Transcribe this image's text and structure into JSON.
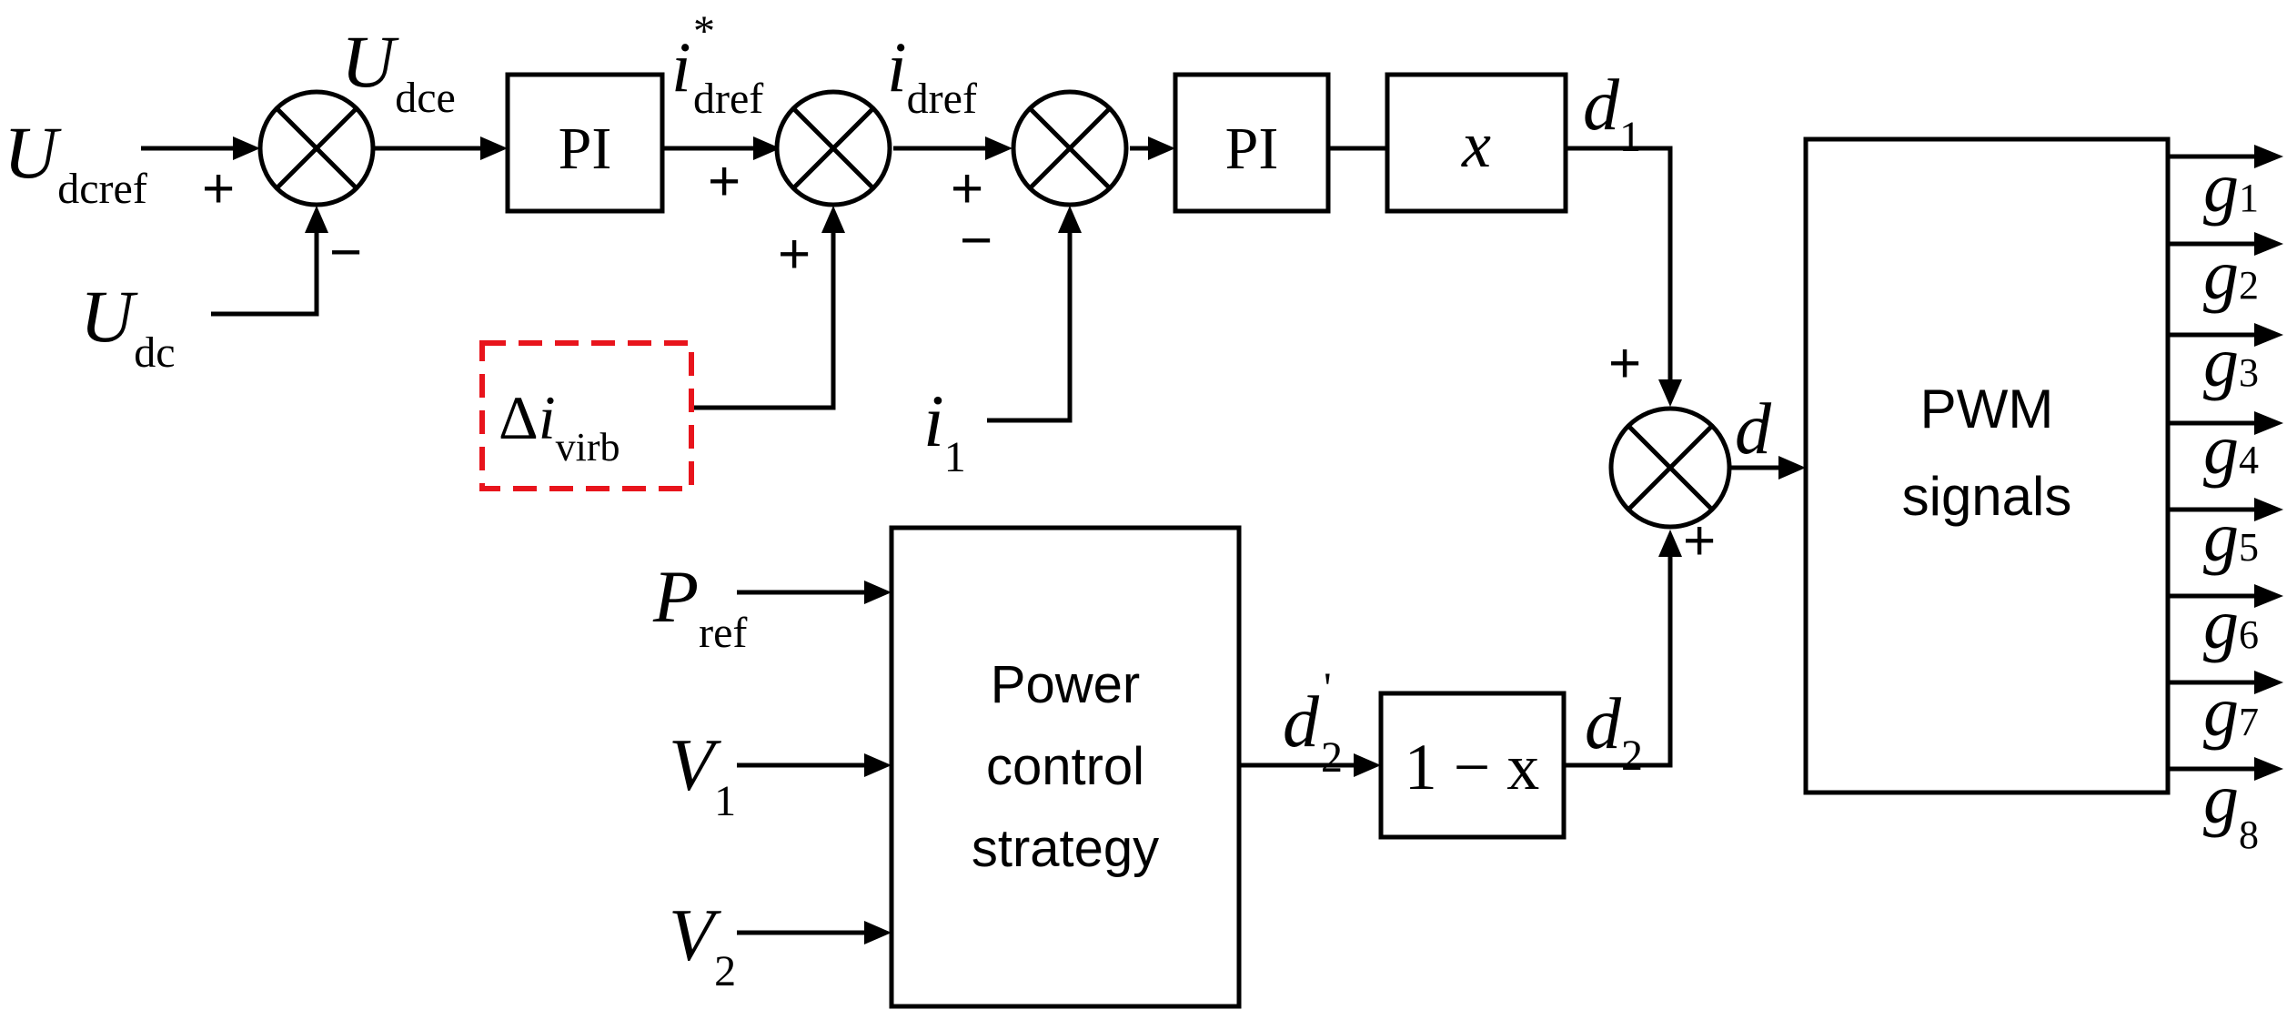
{
  "diagram": {
    "inputs": {
      "udcref": {
        "main": "U",
        "sub": "dcref"
      },
      "udc": {
        "main": "U",
        "sub": "dc"
      },
      "delta_i": {
        "delta": "Δ",
        "main": "i",
        "sub": "virb"
      },
      "i1": {
        "main": "i",
        "sub": "1"
      },
      "pref": {
        "main": "P",
        "sub": "ref"
      },
      "v1": {
        "main": "V",
        "sub": "1"
      },
      "v2": {
        "main": "V",
        "sub": "2"
      }
    },
    "signals": {
      "udce": {
        "main": "U",
        "sub": "dce"
      },
      "idref_star": {
        "main": "i",
        "sup": "*",
        "sub": "dref"
      },
      "idref": {
        "main": "i",
        "sub": "dref"
      },
      "d1": {
        "main": "d",
        "sub": "1"
      },
      "d2_prime": {
        "main": "d",
        "sup": "'",
        "sub": "2"
      },
      "d2": {
        "main": "d",
        "sub": "2"
      },
      "d": {
        "main": "d"
      }
    },
    "blocks": {
      "pi1": "PI",
      "pi2": "PI",
      "x_gain": "x",
      "one_minus_x": "1 − x",
      "power_control": [
        "Power",
        "control",
        "strategy"
      ],
      "pwm": [
        "PWM",
        "signals"
      ]
    },
    "signs": {
      "plus": "+",
      "minus": "−"
    },
    "outputs": [
      {
        "main": "g",
        "sub": "1"
      },
      {
        "main": "g",
        "sub": "2"
      },
      {
        "main": "g",
        "sub": "3"
      },
      {
        "main": "g",
        "sub": "4"
      },
      {
        "main": "g",
        "sub": "5"
      },
      {
        "main": "g",
        "sub": "6"
      },
      {
        "main": "g",
        "sub": "7"
      },
      {
        "main": "g",
        "sub": "8"
      }
    ],
    "colors": {
      "line": "#000000",
      "highlight": "#e8141c",
      "background": "#ffffff"
    }
  }
}
